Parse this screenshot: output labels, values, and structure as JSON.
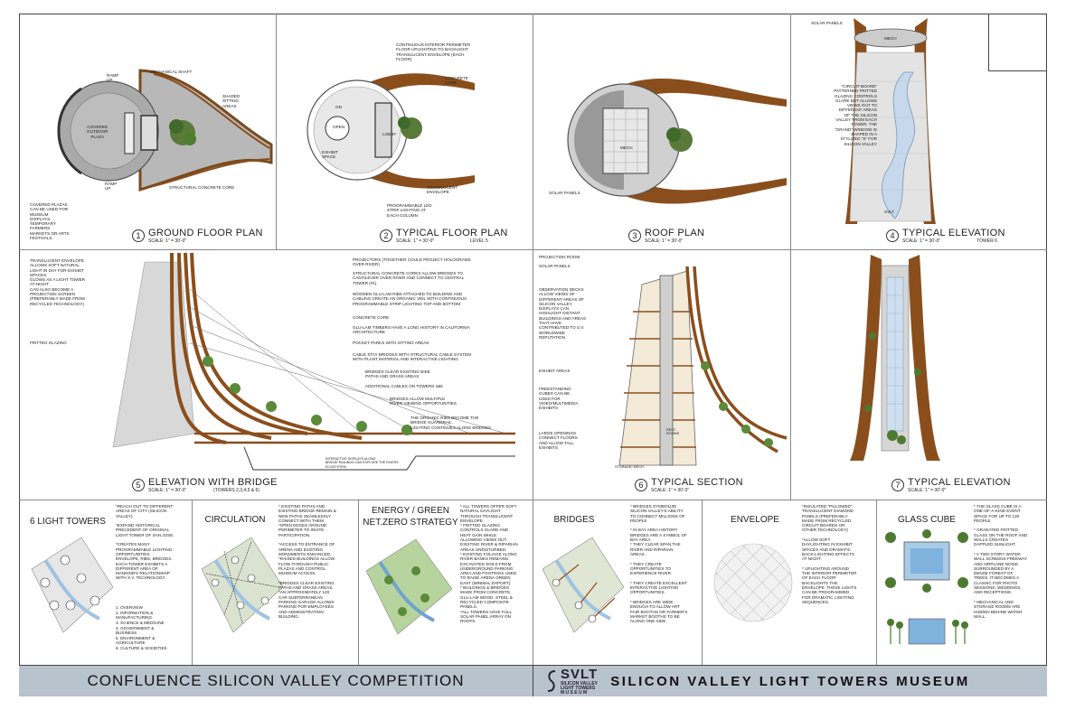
{
  "colors": {
    "wood": "#8a4e1c",
    "wood_light": "#c28a4e",
    "concrete": "#c8c8c8",
    "vine": "#5a8a3a",
    "water": "#a9c8e6",
    "band": "#b9c3cd"
  },
  "panels": {
    "p1": {
      "num": "1",
      "title": "GROUND FLOOR PLAN",
      "scale": "SCALE: 1\" = 30'-0\"",
      "labels": {
        "ramp_up_top": "RAMP\nUP",
        "ramp_up_bottom": "RAMP\nUP",
        "covered": "COVERED\nOUTDOOR\nPLAZA",
        "mech": "MECHANICAL SHAFT",
        "shaded": "SHADED\nSITTING\nAREAS",
        "core": "STRUCTURAL CONCRETE CORE",
        "plazas": "COVERED PLAZAS\nCAN BE USED FOR\nMUSEUM\nDISPLAYS,\nTEMPORARY\nFARMERS\nMARKETS OR ARTS\nFESTIVALS."
      }
    },
    "p2": {
      "num": "2",
      "title": "TYPICAL   FLOOR PLAN",
      "scale": "SCALE: 1\" = 30'-0\"",
      "sub": "LEVEL 5",
      "labels": {
        "perimeter": "CONTINUOUS INTERIOR PERIMETER\nFLOOR UPLIGHTING TO BACKLIGHT\nTRANSLUCENT ENVELOPE (EACH\nFLOOR)",
        "concrete_core": "CONCRETE\nCORE",
        "open": "OPEN",
        "on": "ON",
        "lobby": "LOBBY",
        "exhibit": "EXHIBIT\nSPACE",
        "translucent": "TRANSLUCENT\nENVELOPE",
        "led": "PROGRAMMABLE LED\nSTRIP LIGHTING AT\nEACH COLUMN"
      }
    },
    "p3": {
      "num": "3",
      "title": "ROOF PLAN",
      "scale": "SCALE: 1\" = 30'-0\"",
      "labels": {
        "mech": "MECH",
        "solar": "SOLAR PANELS"
      }
    },
    "p4": {
      "num": "4",
      "title": "TYPICAL ELEVATION",
      "scale": "SCALE: 1\" = 30'-0\"",
      "sub": "TOWER 6",
      "labels": {
        "solar": "SOLAR PANELS",
        "mech": "MECH",
        "svlt": "SVLT",
        "circuit": "\"CIRCUIT BOARD\"\nPATTERNED FRITTED\nGLAZING CONTROLS\nGLARE BUT ALLOWS\nVIEWS OUT TO\nDIFFERENT AREAS\nOF THE SILICON\nVALLEY FROM EACH\nTOWER. THE\n\"GRAND\" WINDOW IS\nSHAPED IN A\nSTYLIZED \"S\" FOR\nSILICON VALLEY"
      }
    },
    "p5": {
      "num": "5",
      "title": "ELEVATION WITH BRIDGE",
      "scale": "SCALE: 1\" = 30'-0\"",
      "sub": "(TOWERS 2,3,4,5 & 6)",
      "labels": {
        "translucent": "TRANSLUCENT ENVELOPE\nALLOWS SOFT NATURAL\nLIGHT IN DAY FOR EXHIBIT\nSPACES\nGLOWS AS A LIGHT TOWER\nAT NIGHT.\nCAN ALSO BECOME A\nPROJECTION SCREEN\n(PREFERABLY MADE FROM\nRECYCLED TECHNOLOGY)",
        "fritted": "FRITTED GLAZING",
        "projectors": "PROJECTORS (TOGETHER COULD PROJECT HOLOGRAMS\nOVER RIVER)",
        "cores": "STRUCTURAL CONCRETE CORES ALLOW BRIDGES TO\nCANTILEVER OVER RIVER AND CONNECT TO CENTRAL\nTOWER (#1)",
        "ribs": "WOODEN GLU-LAM RIBS ATTACHED TO BUILDING AND\nCABLING CREATE AN ORGANIC VEIL WITH CONTINUOUS\nPROGRAMMABLE STRIP LIGHTING TOP AND BOTTOM",
        "core": "CONCRETE CORE",
        "glulam": "GLU-LAM TIMBERS HAVE A LONG HISTORY IN CALIFORNIA\nARCHITECTURE",
        "pocket": "POCKET PARKS WITH SITTING AREAS",
        "cable": "CABLE STAY BRIDGES WITH STRUCTURAL CABLE SYSTEM\nWITH PLANT MATERIAL AND INTERACTIVE LIGHTING",
        "bike": "BRIDGES CLEAR EXISTING BIKE\nPATHS AND GRASS AREAS",
        "additional": "ADDITIONAL CABLES ON TOWERS 4&5",
        "multiple": "BRIDGES ALLOW MULTIPLE\nRIVER VIEWING OPPORTUNITIES",
        "organic": "THE ORGANIC RIBS BECOME THE\nBRIDGE GUARDRAIL.\nLIGHTING CONTINUES ALONG BRIDGES",
        "interactive": "INTERACTIVE DISPLAYS ALONG\nBRIDGE RAILINGS CAN EXPLORE THE RIVERS\nECOSYSTEM"
      }
    },
    "p6": {
      "num": "6",
      "title": "TYPICAL SECTION",
      "scale": "SCALE: 1\" = 30'-0\"",
      "labels": {
        "projection": "PROJECTION ROOM",
        "solar": "SOLAR PANELS",
        "decks": "OBSERVATION DECKS\nALLOW VIEWS OF\nDIFFERENT AREAS OF\nSILICON VALLEY.\nDISPLAYS CAN\nHIGHLIGHT DISTANT\nBUILDINGS AND AREAS\nTHAT HAVE\nCONTRIBUTED TO S.V.\nWORLDWIDE\nREPUTATION",
        "exhibit": "EXHIBIT AREAS",
        "cubes": "FREESTANDING\nCUBES CAN BE\nUSED FOR\nVIDEO/MULTIMEDIA\nEXHIBITS",
        "openings": "LARGE OPENINGS\nCONNECT FLOORS\nAND ALLOW TALL\nEXHIBITS",
        "rest": "REST-\nROOMS",
        "storage": "STORAGE/ MECH"
      }
    },
    "p7": {
      "num": "7",
      "title": "TYPICAL ELEVATION",
      "scale": "SCALE: 1\" = 30'-0\""
    }
  },
  "strip": {
    "towers": {
      "title": "6 LIGHT TOWERS",
      "text": "*REACH OUT TO DIFFERENT\nAREAS OF CITY (SILICON\nVALLEY).\n\n*EXPAND HISTORICAL\nPRECEDENT OF ORIGINAL\nLIGHT TOWER OF SAN JOSE.\n\n*CREATES MANY\nPROGRAMMABLE LIGHTING\nOPPORTUNITIES:\nENVELOPE, RIBS, BRIDGES.\nEACH TOWER EXHIBITS A\nDIFFERENT AREA OF\nMANKIND'S RELATIONSHIP\nWITH S.V. TECHNOLOGY.",
      "list": [
        "1.    OVERVIEW",
        "2.    INFORMATION &\n       MANUFACTURING",
        "3.    SCIENCE & MEDICINE",
        "4.    GOVERNMENT &\n       BUSINESS",
        "5.    ENVIRONMENT &\n       AGRICULTURE",
        "6.    CULTURE & SOCIETIES"
      ]
    },
    "circulation": {
      "title": "CIRCULATION",
      "text": "* EXISTING PATHS AND\nEXISTING BRIDGE REMAIN &\nNEW PATHS SEAMLESSLY\nCONNECT WITH THEM.\n*OPEN EDGES AROUND\nPERIMETER TO INVITE\nPARTICIPATION.\n\n*ACCESS TO ENTRANCE OF\nARENA AND EXISTING\nMONUMENTS ENHANCED.\n*RAISED BUILDINGS ALLOW\nFLOW THROUGH PUBLIC\nPLAZAS AND CONTROL\nMUSEUM ACCESS.\n\n*BRIDGES CLEAR EXISTING\nPATHS AND GRASS AREAS.\n*AN APPROXIMATELY 120\nCAR SUBTERRANEAN\nPARKING GARAGE ALLOWS\nPARKING FOR EMPLOYEES\nAND ADMINISTRATION\nBUILDING."
    },
    "energy": {
      "title1": "ENERGY / GREEN",
      "title2": "NET.ZERO STRATEGY",
      "text": "* ALL TOWERS OFFER SOFT\nNATURAL DAYLIGHT\nTHROUGH TRANSLUCENT\nENVELOPE.\n* FRITTED GLAZING\nCONTROLS GLARE AND\nHEAT GAIN WHILE\nALLOWING VIEWS OUT.\nEXISTING RIVER & RIPARIAN\nAREAS UNDISTURBED.\n* EXISTING FOLIAGE ALONG\nRIVER BANKS REMAINS.\nEXCAVATED SOILS FROM\nUNDERGROUND PARKING\nAREA AND FOOTINGS USED\nTO RAISE ARENA GREEN\nEAST (MINIMAL EXPORT).\n* BUILDINGS & BRIDGES\nMADE FROM CONCRETE,\nGLU-LAM WOOD, STEEL &\nRECYCLED COMPOSITE\nPANELS.\n*ALL TOWERS HAVE FULL\nSOLAR PANEL ARRAY ON\nROOFS."
    },
    "bridges": {
      "title": "BRIDGES",
      "text": "* BRIDGES SYMBOLIZE\nSILICON VALLEY'S ABILITY\nTO CONNECT MILLIONS OF\nPEOPLE\n\n* IN BAY AREA HISTORY\nBRIDGES ARE A SYMBOL OF\nBAY AREA.\n* THEY CLEAR SPAN THE\nRIVER AND RIPARIAN\nAREAS.\n\n* THEY CREATE\nOPPORTUNITIES TO\nEXPERIENCE RIVER.\n\n* THEY CREATE EXCELLENT\nINTERACTIVE LIGHTING\nOPPORTUNITIES.\n\n* BRIDGES ARE WIDE\nENOUGH TO ALLOW ART\nFAIR BOOTHS OR FARMER'S\nMARKET BOOTHS TO BE\nALONG ONE SIDE."
    },
    "envelope": {
      "title": "ENVELOPE",
      "text": "*INSULATED \"PILLOWED\"\nTRANSLUCENT DIAMOND\nPANELS (PREFERABLY\nMADE FROM RECYCLED\nCIRCUIT BOARDS OR\nOTHER TECHNOLOGY)\n\n*ALLOW SOFT\nDAYLIGHTING IN EXHIBIT\nSPACES AND DRAMATIC\nBACK-LIGHTING EFFECTS\nAT NIGHT.\n\n* UPLIGHTING AROUND\nTHE INTERIOR PERIMETER\nOF EACH FLOOR\nBACKLIGHTS THE\nENVELOPE. THESE LIGHTS\nCAN BE PROGRAMMED\nFOR DRAMATIC LIGHTING\nSEQUENCES."
    },
    "glass": {
      "title": "GLASS CUBE",
      "text": "* THE GLASS CUBE IS A\nONE-OF-A-KIND EVENT\nSPACE FOR UP TO 120\nPEOPLE.\n\n* GRADATED FRITTED\nGLASS ON THE ROOF AND\nWALLS CREATES\nDAPPLED SUNLIGHT.\n\n* A TWO STORY WATER\nWALL SCREENS FREEWAY\nAND AIRPLANE NOISE.\nSURROUNDED BY A\nDENSE FOREST OF\nTREES. IT BECOMES A\nCLASSIC FOR PHOTO\nSESSIONS, WEDDINGS,\nAND RECEPTIONS.\n\n* MECHANICAL AND\nSTORAGE ROOMS ARE\nHIDDEN BEHIND WATER\nWALL."
    }
  },
  "footer": {
    "left": "CONFLUENCE SILICON VALLEY COMPETITION",
    "logo": "SVLT",
    "logo_sub1": "SILICON VALLEY",
    "logo_sub2": "LIGHT TOWERS",
    "logo_sub3": "M U S E U M",
    "right": "SILICON VALLEY LIGHT TOWERS MUSEUM"
  }
}
